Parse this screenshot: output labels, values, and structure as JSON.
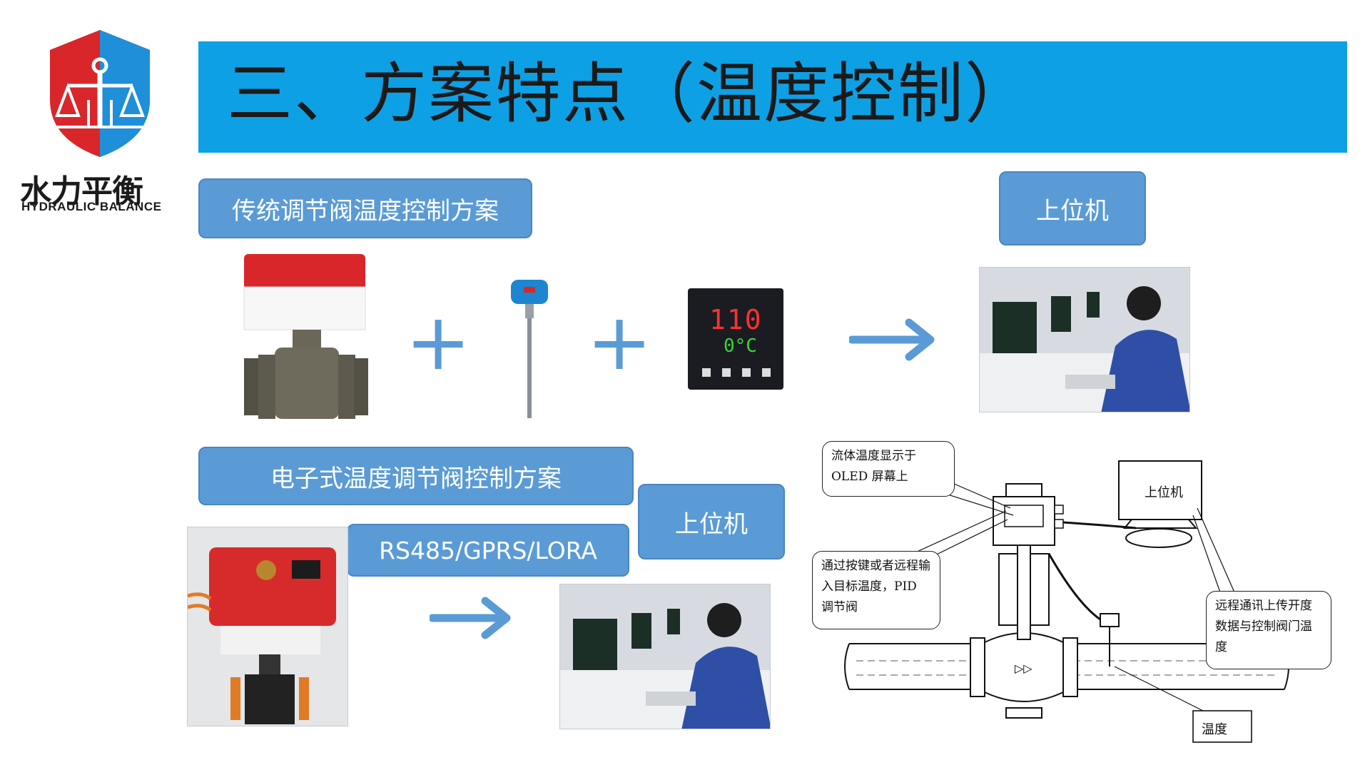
{
  "header": {
    "title": "三、方案特点（温度控制）"
  },
  "logo": {
    "name_cn": "水力平衡",
    "name_en": "HYDRAULIC BALANCE"
  },
  "traditional": {
    "label": "传统调节阀温度控制方案",
    "plus_symbol": "+",
    "controller_display_top": "110",
    "controller_display_bottom": "0°C",
    "host_label": "上位机"
  },
  "electronic": {
    "label": "电子式温度调节阀控制方案",
    "protocol_label": "RS485/GPRS/LORA",
    "host_label": "上位机"
  },
  "diagram": {
    "callout_display": "流体温度显示于 OLED 屏幕上",
    "callout_input": "通过按键或者远程输入目标温度，PID 调节阀",
    "callout_remote": "远程通讯上传开度数据与控制阀门温度",
    "host_box": "上位机",
    "temperature_box": "温度"
  },
  "colors": {
    "banner": "#0ea0e4",
    "pill": "#5a9bd6",
    "accent_red": "#d9262b"
  }
}
